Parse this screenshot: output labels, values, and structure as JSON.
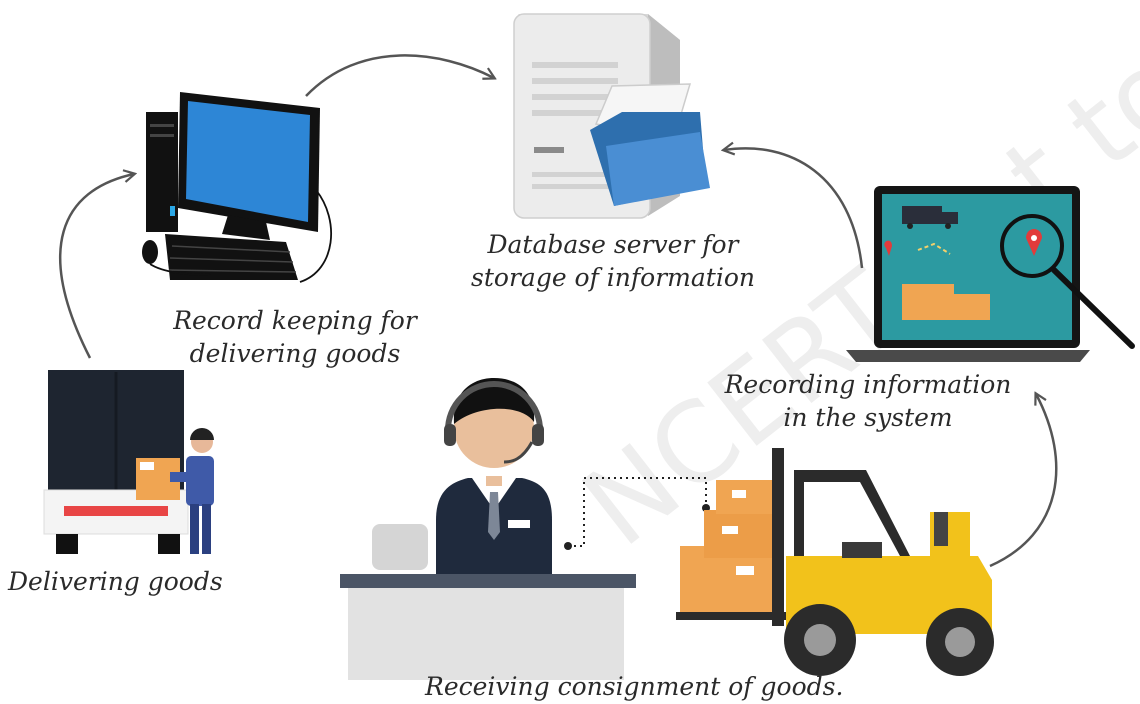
{
  "captions": {
    "database_line1": "Database server for",
    "database_line2": "storage of information",
    "record_line1": "Record keeping for",
    "record_line2": "delivering goods",
    "recording_line1": "Recording information",
    "recording_line2": "in the system",
    "delivering": "Delivering goods",
    "receiving": "Receiving consignment of goods."
  },
  "watermark": "NCERT not to be republished",
  "icons": [
    "desktop-computer-icon",
    "database-server-icon",
    "laptop-tracking-icon",
    "delivery-truck-icon",
    "receptionist-icon",
    "forklift-icon"
  ],
  "colors": {
    "arrow": "#555555",
    "screen_blue": "#2d86d6",
    "forklift_yellow": "#f2c21b",
    "box_orange": "#f0a552",
    "suit_navy": "#1f2a3d"
  }
}
